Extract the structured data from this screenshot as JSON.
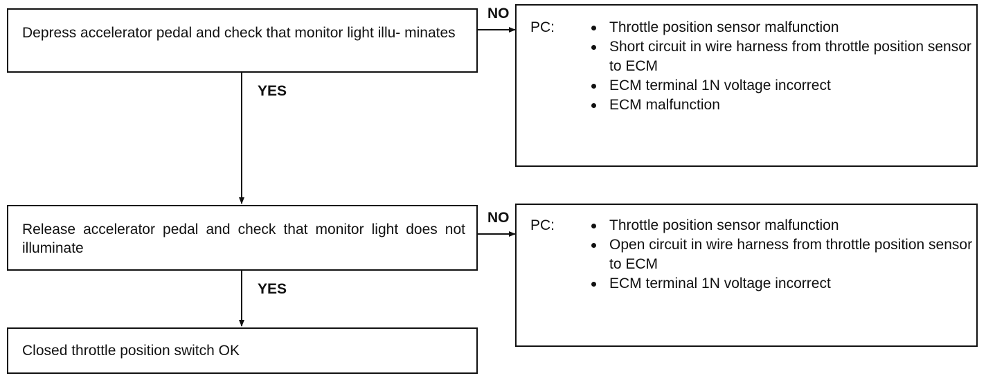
{
  "steps": [
    {
      "text": "Depress accelerator pedal and check that monitor light illu- minates"
    },
    {
      "text": "Release accelerator pedal and check that monitor light does not illuminate"
    },
    {
      "text": "Closed throttle position switch OK"
    }
  ],
  "branches": {
    "no_label": "NO",
    "yes_label": "YES"
  },
  "results": [
    {
      "prefix": "PC:",
      "items": [
        "Throttle position sensor malfunction",
        "Short circuit in wire harness from throttle position sensor to ECM",
        "ECM terminal 1N voltage incorrect",
        "ECM malfunction"
      ]
    },
    {
      "prefix": "PC:",
      "items": [
        "Throttle position sensor malfunction",
        "Open circuit in wire harness from throttle position sensor to ECM",
        "ECM terminal 1N voltage incorrect"
      ]
    }
  ]
}
